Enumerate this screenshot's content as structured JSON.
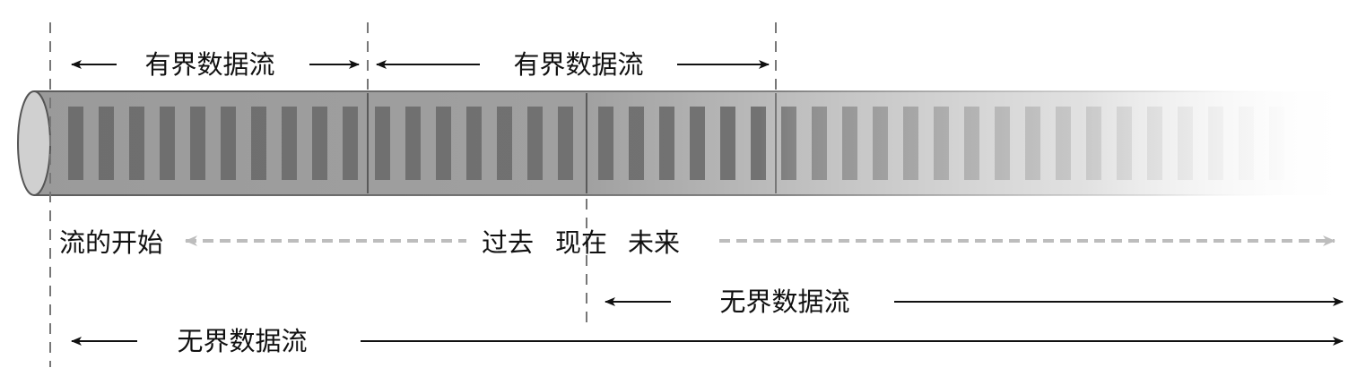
{
  "colors": {
    "tube": "#9a9a9a",
    "tube_edge": "#5a5a5a",
    "segment": "#6e6e6e",
    "guide": "#777777",
    "timeline": "#bdbdbd",
    "arrow": "#111111",
    "text": "#111111"
  },
  "labels": {
    "bounded_stream_1": "有界数据流",
    "bounded_stream_2": "有界数据流",
    "stream_start": "流的开始",
    "past": "过去",
    "present": "现在",
    "future": "未来",
    "unbounded_from_now": "无界数据流",
    "unbounded_from_start": "无界数据流"
  }
}
